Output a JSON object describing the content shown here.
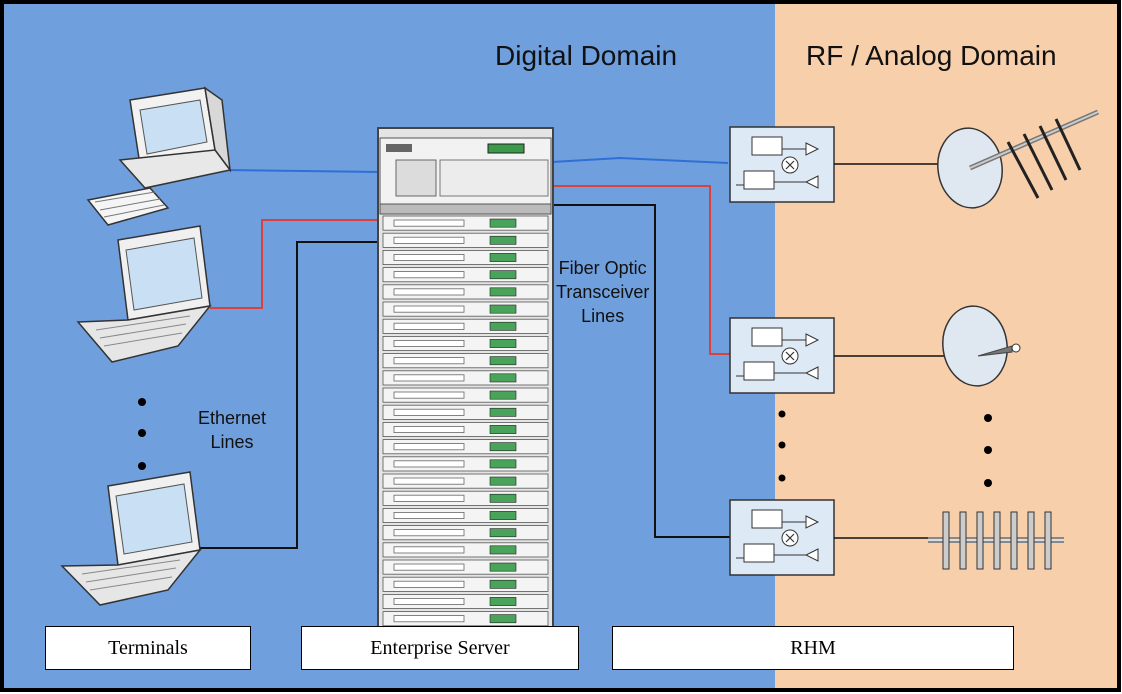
{
  "domains": {
    "digital": {
      "title": "Digital Domain",
      "color": "#6f9fdd"
    },
    "rf": {
      "title": "RF / Analog Domain",
      "color": "#f7cfab"
    }
  },
  "line_labels": {
    "ethernet": {
      "line1": "Ethernet",
      "line2": "Lines"
    },
    "fiber": {
      "line1": "Fiber Optic",
      "line2": "Transceiver",
      "line3": "Lines"
    }
  },
  "boxes": {
    "terminals": "Terminals",
    "server": "Enterprise Server",
    "rhm": "RHM"
  },
  "colors": {
    "ethernet_blue": "#2f6fd6",
    "fiber_red": "#d9413a",
    "fiber_black": "#111111"
  }
}
